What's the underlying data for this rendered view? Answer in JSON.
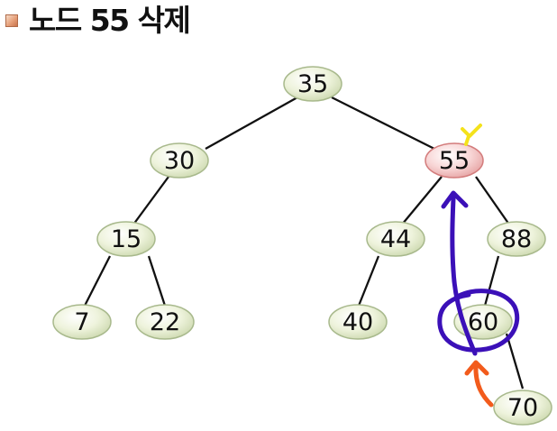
{
  "title": "노드 55 삭제",
  "nodes": {
    "n35": "35",
    "n30": "30",
    "n55": "55",
    "n15": "15",
    "n44": "44",
    "n88": "88",
    "n7": "7",
    "n22": "22",
    "n40": "40",
    "n60": "60",
    "n70": "70"
  },
  "colors": {
    "node_fill": "#e6edd0",
    "node_stroke": "#a8b98c",
    "deleted_fill": "#f6cfcf",
    "deleted_stroke": "#d37c7c",
    "edge": "#111111",
    "mark_yellow": "#f4e21b",
    "mark_purple": "#3b10b8",
    "mark_orange": "#f25b1c"
  }
}
